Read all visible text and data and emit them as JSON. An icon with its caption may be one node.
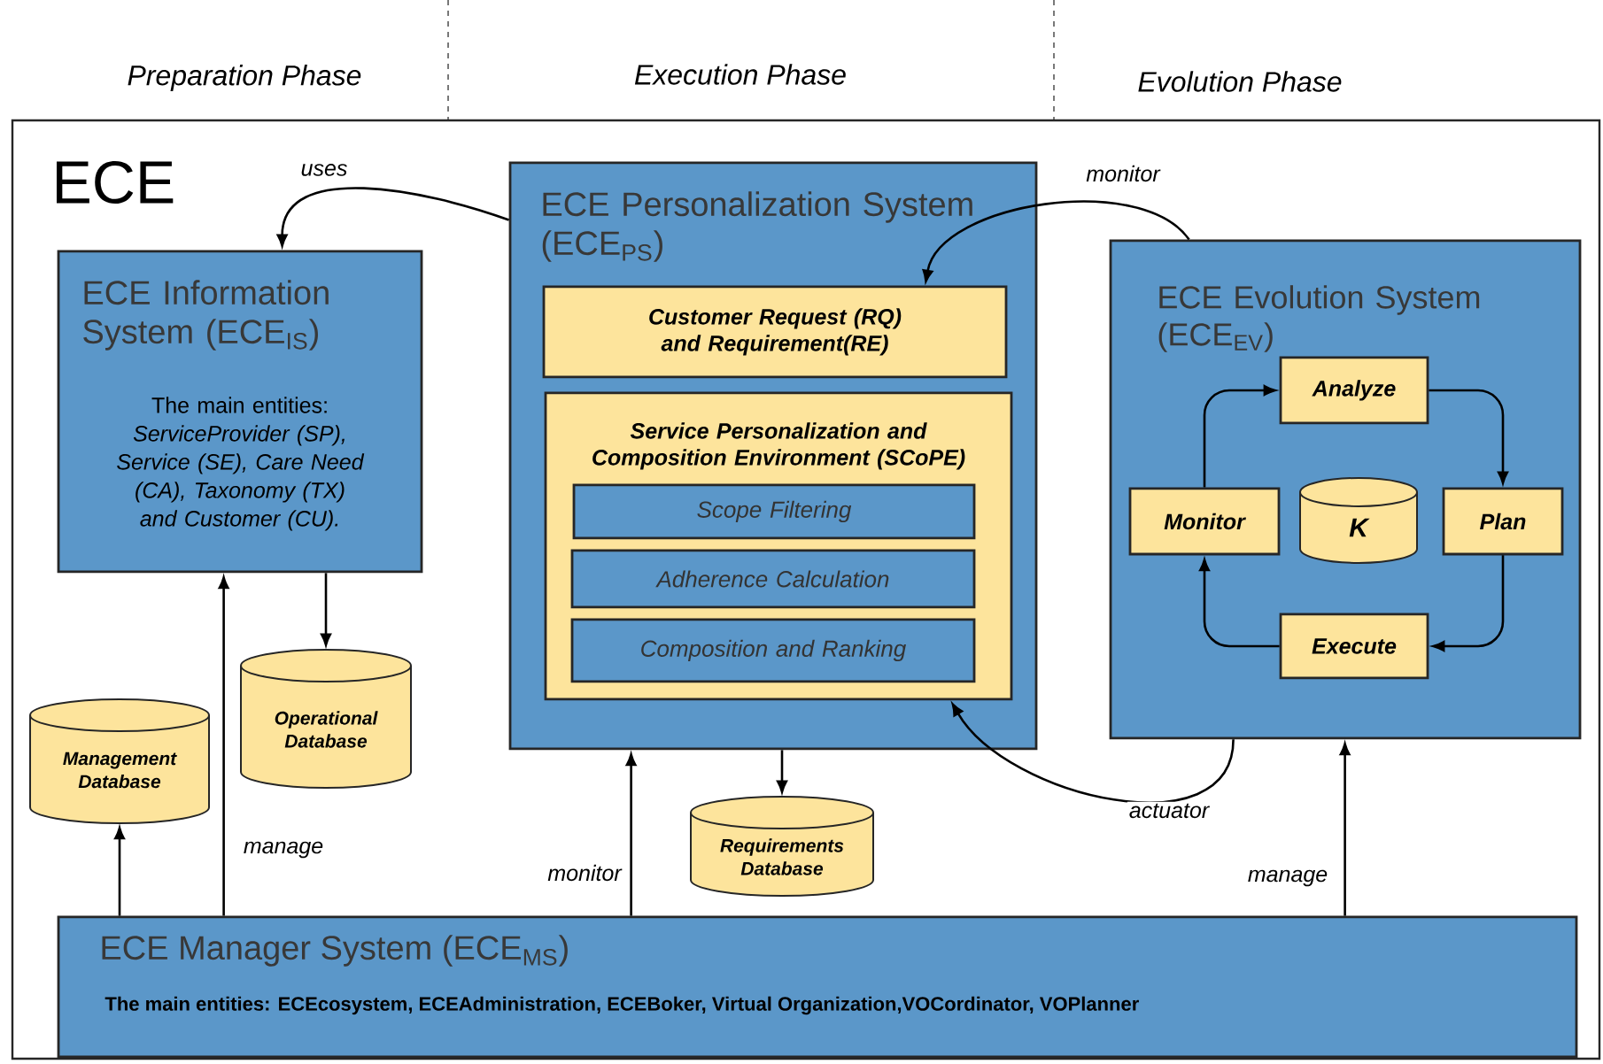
{
  "diagram": {
    "nodes": [
      {
        "text": [
          "ECE"
        ]
      },
      {
        "text": [
          "ECE Information System (ECE$_{IS}$)",
          "The main entities: *ServiceProvider (SP), Service (SE), Care Need (CA), Taxonomy (TX) and Customer (CU).*"
        ],
        "in": 0
      },
      {
        "text": [
          "ECE Personalization System (ECE$_{PS}$)"
        ],
        "in": 0
      },
      {
        "text": [
          "Customer Request (RQ) and Requirement(RE)"
        ],
        "in": 2
      },
      {
        "text": [
          "Service Personalization and Composition Environment (SCoPE)"
        ],
        "in": 2
      },
      {
        "text": [
          "Scope Filtering"
        ],
        "in": 4
      },
      {
        "text": [
          "Adherence Calculation"
        ],
        "in": 4
      },
      {
        "text": [
          "Composition and Ranking"
        ],
        "in": 4
      },
      {
        "text": [
          "ECE Evolution System (ECE$_{EV}$)"
        ],
        "in": 0
      },
      {
        "text": [
          "Analyze"
        ],
        "in": 8
      },
      {
        "text": [
          "Monitor"
        ],
        "in": 8
      },
      {
        "text": [
          "K"
        ],
        "in": 8
      },
      {
        "text": [
          "Plan"
        ],
        "in": 8
      },
      {
        "text": [
          "Execute"
        ],
        "in": 8
      },
      {
        "text": [
          "Operational Database"
        ],
        "in": 0
      },
      {
        "text": [
          "Management Database"
        ],
        "in": 0
      },
      {
        "text": [
          "Requirements Database"
        ],
        "in": 0
      },
      {
        "text": [
          "ECE Manager System (ECE$_{MS}$)",
          "The main entities:  ECEcosystem, ECEAdministration, ECEBoker, Virtual Organization,VOCordinator, VOPlanner"
        ],
        "in": 0
      }
    ],
    "edges": [
      {
        "from": 2,
        "to": 1,
        "arrow": "to",
        "label": "uses"
      },
      {
        "from": 8,
        "to": 3,
        "arrow": "to",
        "label": "monitor"
      },
      {
        "from": 9,
        "to": 12,
        "arrow": "to"
      },
      {
        "from": 12,
        "to": 13,
        "arrow": "to"
      },
      {
        "from": 13,
        "to": 10,
        "arrow": "to"
      },
      {
        "from": 10,
        "to": 9,
        "arrow": "to"
      },
      {
        "from": 1,
        "to": 14,
        "arrow": "to"
      },
      {
        "from": 17,
        "to": 15,
        "arrow": "to"
      },
      {
        "from": 17,
        "to": 1,
        "arrow": "to",
        "label": "manage"
      },
      {
        "from": 17,
        "to": 2,
        "arrow": "to",
        "label": "monitor"
      },
      {
        "from": 2,
        "to": 16,
        "arrow": "to"
      },
      {
        "from": 8,
        "to": 4,
        "arrow": "to",
        "label": "actuator"
      },
      {
        "from": 17,
        "to": 8,
        "arrow": "to",
        "label": "manage"
      }
    ],
    "labels": [
      "Preparation Phase",
      "Execution Phase",
      "Evolution Phase"
    ]
  }
}
